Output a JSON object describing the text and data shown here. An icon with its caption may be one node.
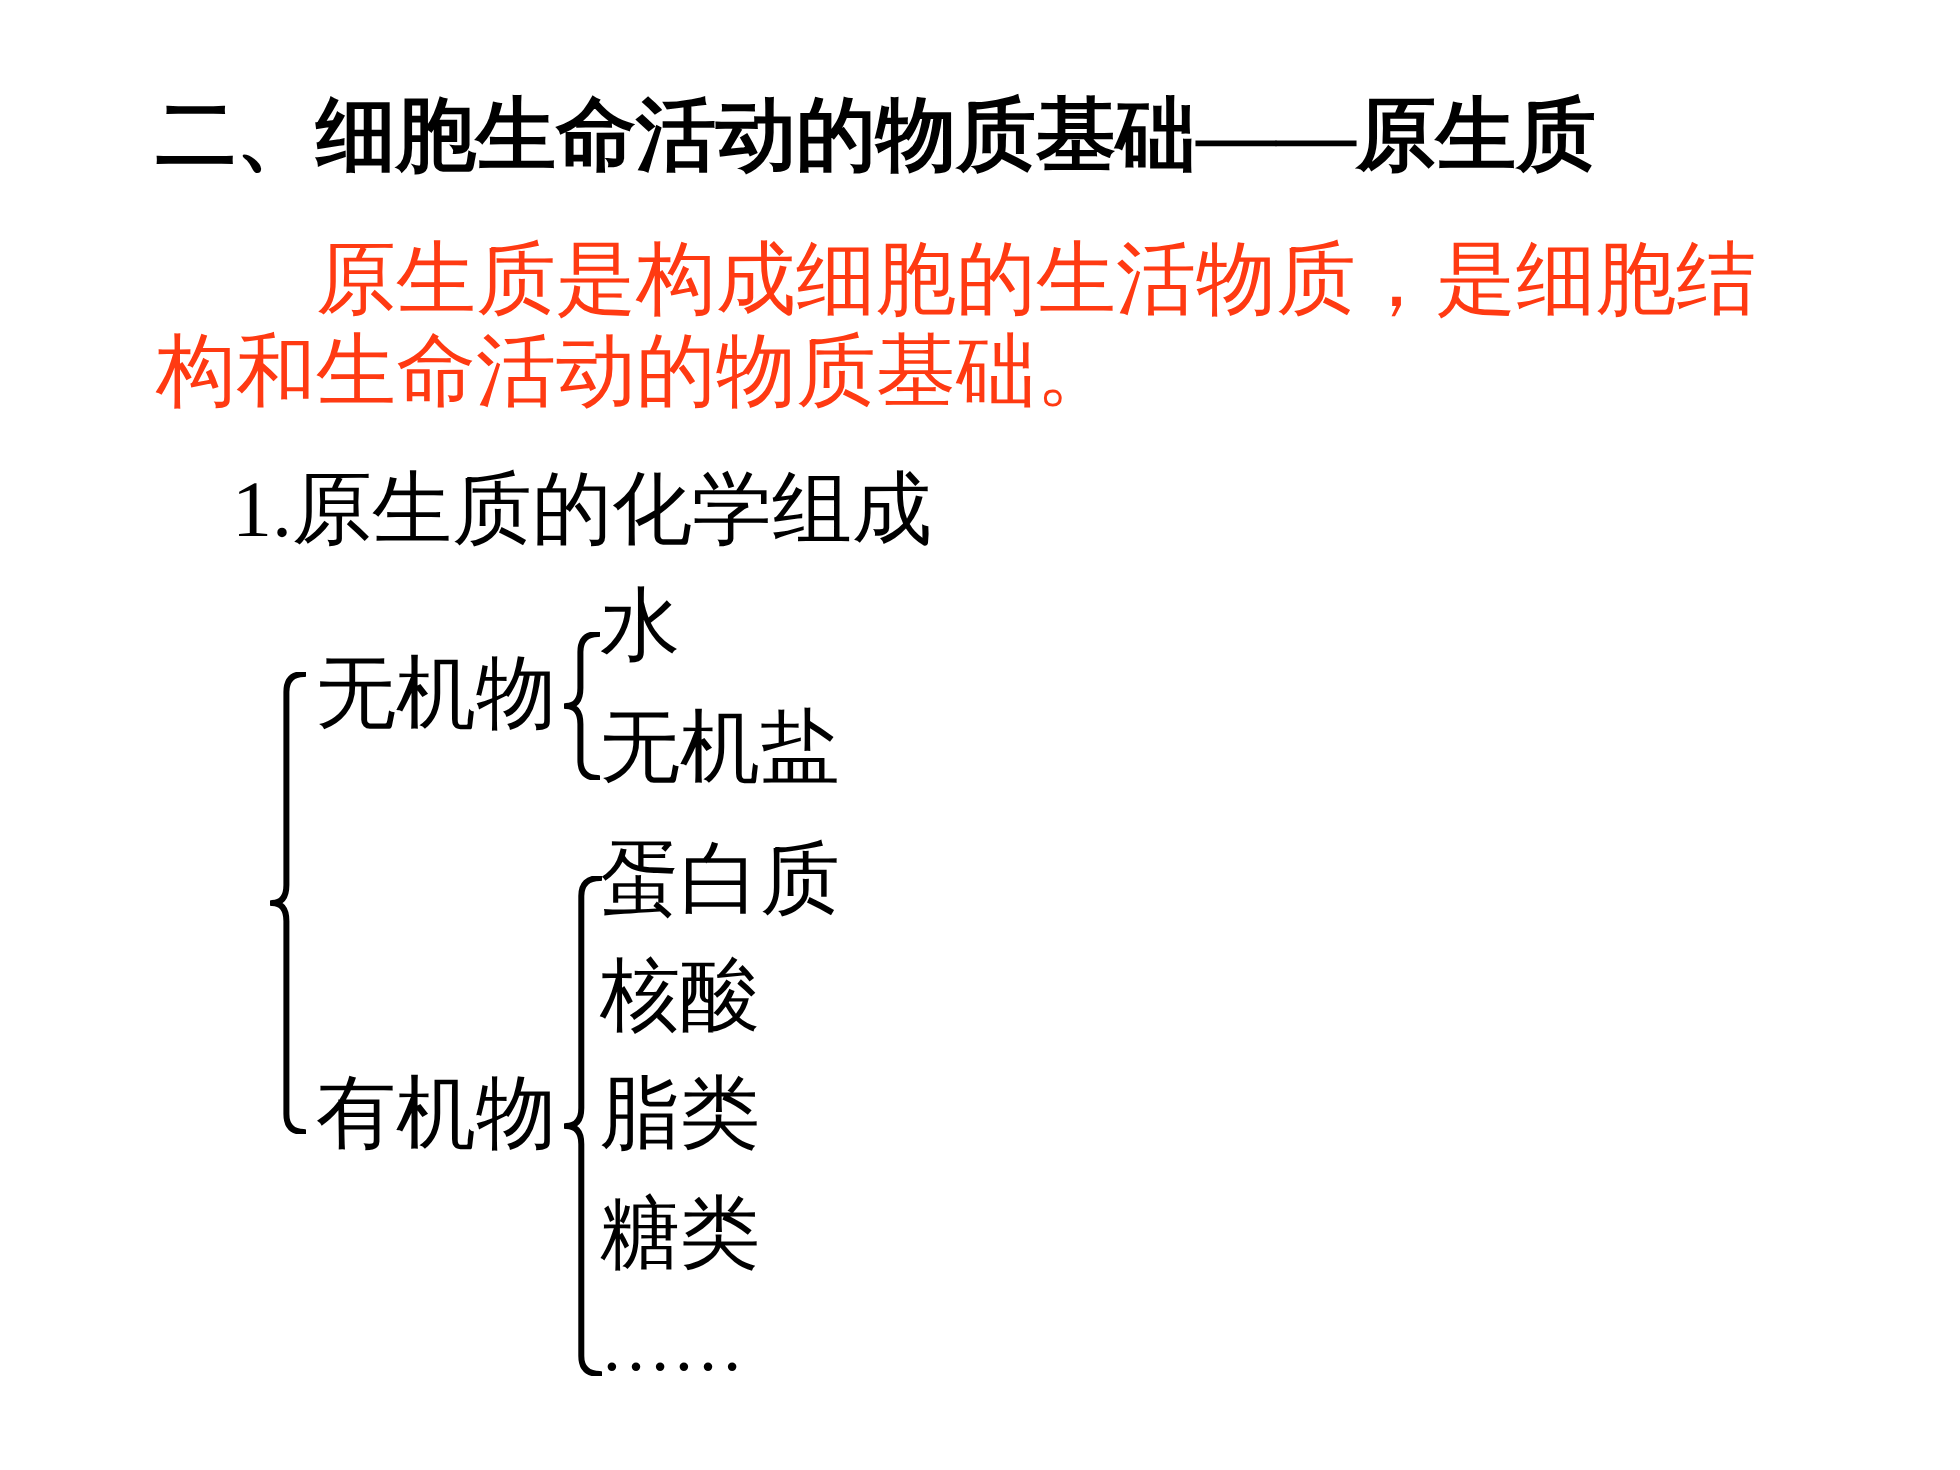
{
  "diagram": {
    "title": "二、细胞生命活动的物质基础——原生质",
    "labels": [
      "原生质是构成细胞的生活物质，是细胞结构和生命活动的物质基础。",
      "1.原生质的化学组成",
      "无机物",
      "水",
      "无机盐",
      "有机物",
      "蛋白质",
      "核酸",
      "脂类",
      "糖类",
      "……"
    ]
  }
}
